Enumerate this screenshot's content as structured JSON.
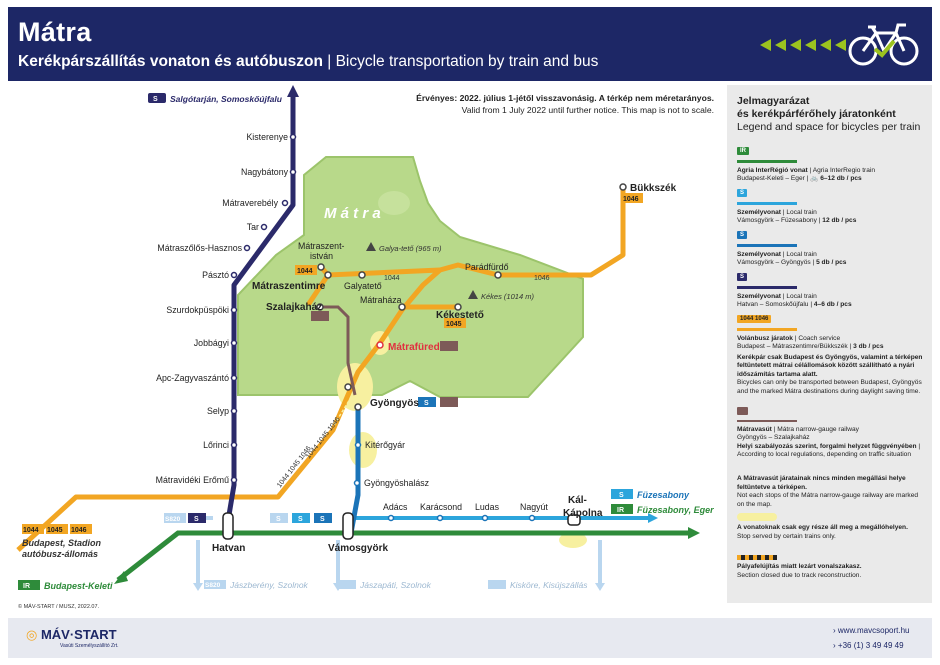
{
  "header": {
    "title": "Mátra",
    "subtitle_hu": "Kerékpárszállítás vonaton és autóbuszon",
    "subtitle_sep": " | ",
    "subtitle_en": "Bicycle transportation by train and bus"
  },
  "validity": {
    "hu": "Érvényes: 2022. július 1-jétől visszavonásig. A térkép nem méretarányos.",
    "en": "Valid from 1 July 2022 until further notice. This map is not to scale."
  },
  "map": {
    "region_label": "M á t r a",
    "badges": {
      "s": "S",
      "ir": "IR",
      "s1": "S",
      "s2": "S",
      "s3": "S",
      "bus1": "1044",
      "bus2": "1045",
      "bus3": "1046",
      "s820": "S820",
      "s820b": "S820"
    },
    "stations": {
      "kisterenye": "Kisterenye",
      "nagybatony": "Nagybátony",
      "matraverebely": "Mátraverebély",
      "tar": "Tar",
      "matraszolos": "Mátraszőlős-Hasznos",
      "paszto": "Pásztó",
      "szurdokpuspoki": "Szurdokpüspöki",
      "jobbagyi": "Jobbágyi",
      "apc": "Apc-Zagyvaszántó",
      "selyp": "Selyp",
      "lorinci": "Lőrinci",
      "matravidekierom": "Mátravidéki Erőmű",
      "hatvan": "Hatvan",
      "vamosgyork": "Vámosgyörk",
      "adacs": "Adács",
      "karacsond": "Karácsond",
      "ludas": "Ludas",
      "nagyut": "Nagyút",
      "kalkapolna1": "Kál-",
      "kalkapolna2": "Kápolna",
      "gyongyos": "Gyöngyös",
      "kitorogyar": "Kitérőgyár",
      "gyongyoshalasz": "Gyöngyöshalász",
      "matrafured": "Mátrafüred",
      "szalajkahaz": "Szalajkaház",
      "matraszentimre": "Mátraszentimre",
      "matraszentistvan1": "Mátraszent-",
      "matraszentistvan2": "istván",
      "galyateto": "Galyatető",
      "matrahaza": "Mátraháza",
      "kekesteto": "Kékestető",
      "paradfurdo": "Parádfürdő",
      "bukkszek": "Bükkszék"
    },
    "peaks": {
      "galya": "Galya-tető (965 m)",
      "kekes": "Kékes (1014 m)"
    },
    "destinations": {
      "salgotarjan": "Salgótarján, Somoskőújfalu",
      "fuzesabony1": "Füzesabony",
      "fuzesabony2": "Füzesabony, Eger",
      "bpkeleti": "Budapest-Keleti",
      "jaszbereny": "Jászberény, Szolnok",
      "jaszapati": "Jászapáti, Szolnok",
      "kiskore": "Kisköre, Kisújszállás",
      "bpstadion1": "Budapest, Stadion",
      "bpstadion2": "autóbusz-állomás"
    },
    "route_labels": {
      "bus_a": "1044",
      "bus_b": "1046",
      "bus_c": "1044 1045 1046",
      "bus_d": "1044 1045 1046",
      "bus_e": "1045",
      "bus_f": "1046"
    },
    "colors": {
      "green": "#2e8b3a",
      "navy": "#2b2a6a",
      "blue": "#1b74b8",
      "orange": "#f2a623",
      "brown": "#7d5a58",
      "cyan": "#2ca5dc",
      "area": "#b8d98a",
      "area_border": "#9cc46b",
      "halo": "#f7f0a0"
    }
  },
  "legend": {
    "title1": "Jelmagyarázat",
    "title2": "és kerékpárférőhely járatonként",
    "title3": "Legend and space for bicycles per train",
    "rows": [
      {
        "badge": "IR",
        "name": "Agria InterRégió vonat",
        "en": "Agria InterRegio train",
        "route": "Budapest-Keleti – Eger",
        "cap": "6–12 db / pcs"
      },
      {
        "badge": "S",
        "name": "Személyvonat",
        "en": "Local train",
        "route": "Vámosgyörk – Füzesabony",
        "cap": "12 db / pcs"
      },
      {
        "badge": "S",
        "name": "Személyvonat",
        "en": "Local train",
        "route": "Vámosgyörk – Gyöngyös",
        "cap": "5 db / pcs"
      },
      {
        "badge": "S",
        "name": "Személyvonat",
        "en": "Local train",
        "route": "Hatvan – Somoskőújfalu",
        "cap": "4–6 db / pcs"
      },
      {
        "badge": "1044 1046",
        "name": "Volánbusz járatok",
        "en": "Coach service",
        "route": "Budapest – Mátraszentimre/Bükkszék",
        "cap": "3 db / pcs"
      }
    ],
    "bus_note_hu": "Kerékpár csak Budapest és Gyöngyös, valamint a térképen feltüntetett mátrai célállomások között szállítható a nyári időszámítás tartama alatt.",
    "bus_note_en": "Bicycles can only be transported between Budapest, Gyöngyös and the marked Mátra destinations during daylight saving time.",
    "narrow_name": "Mátravasút",
    "narrow_en": "Mátra narrow-gauge railway",
    "narrow_route": "Gyöngyös – Szalajkaház",
    "narrow_cap_hu": "Helyi szabályozás szerint, forgalmi helyzet függvényében",
    "narrow_cap_en": "According to local regulations, depending on traffic situation",
    "stops_hu": "A Mátravasút járatainak nincs minden megállási helye feltüntetve a térképen.",
    "stops_en": "Not each stops of the Mátra narrow-gauge railway are marked on the map.",
    "some_hu": "A vonatoknak csak egy része áll meg a megállóhelyen.",
    "some_en": "Stop served by certain trains only.",
    "closed_hu": "Pályafelújítás miatt lezárt vonalszakasz.",
    "closed_en": "Section closed due to track reconstruction."
  },
  "footer": {
    "logo": "MÁV·START",
    "logo_sub": "Vasúti Személyszállító Zrt.",
    "web": "www.mavcsoport.hu",
    "phone": "+36 (1) 3 49 49 49",
    "copyright": "© MÁV-START / MUSZ, 2022.07."
  }
}
